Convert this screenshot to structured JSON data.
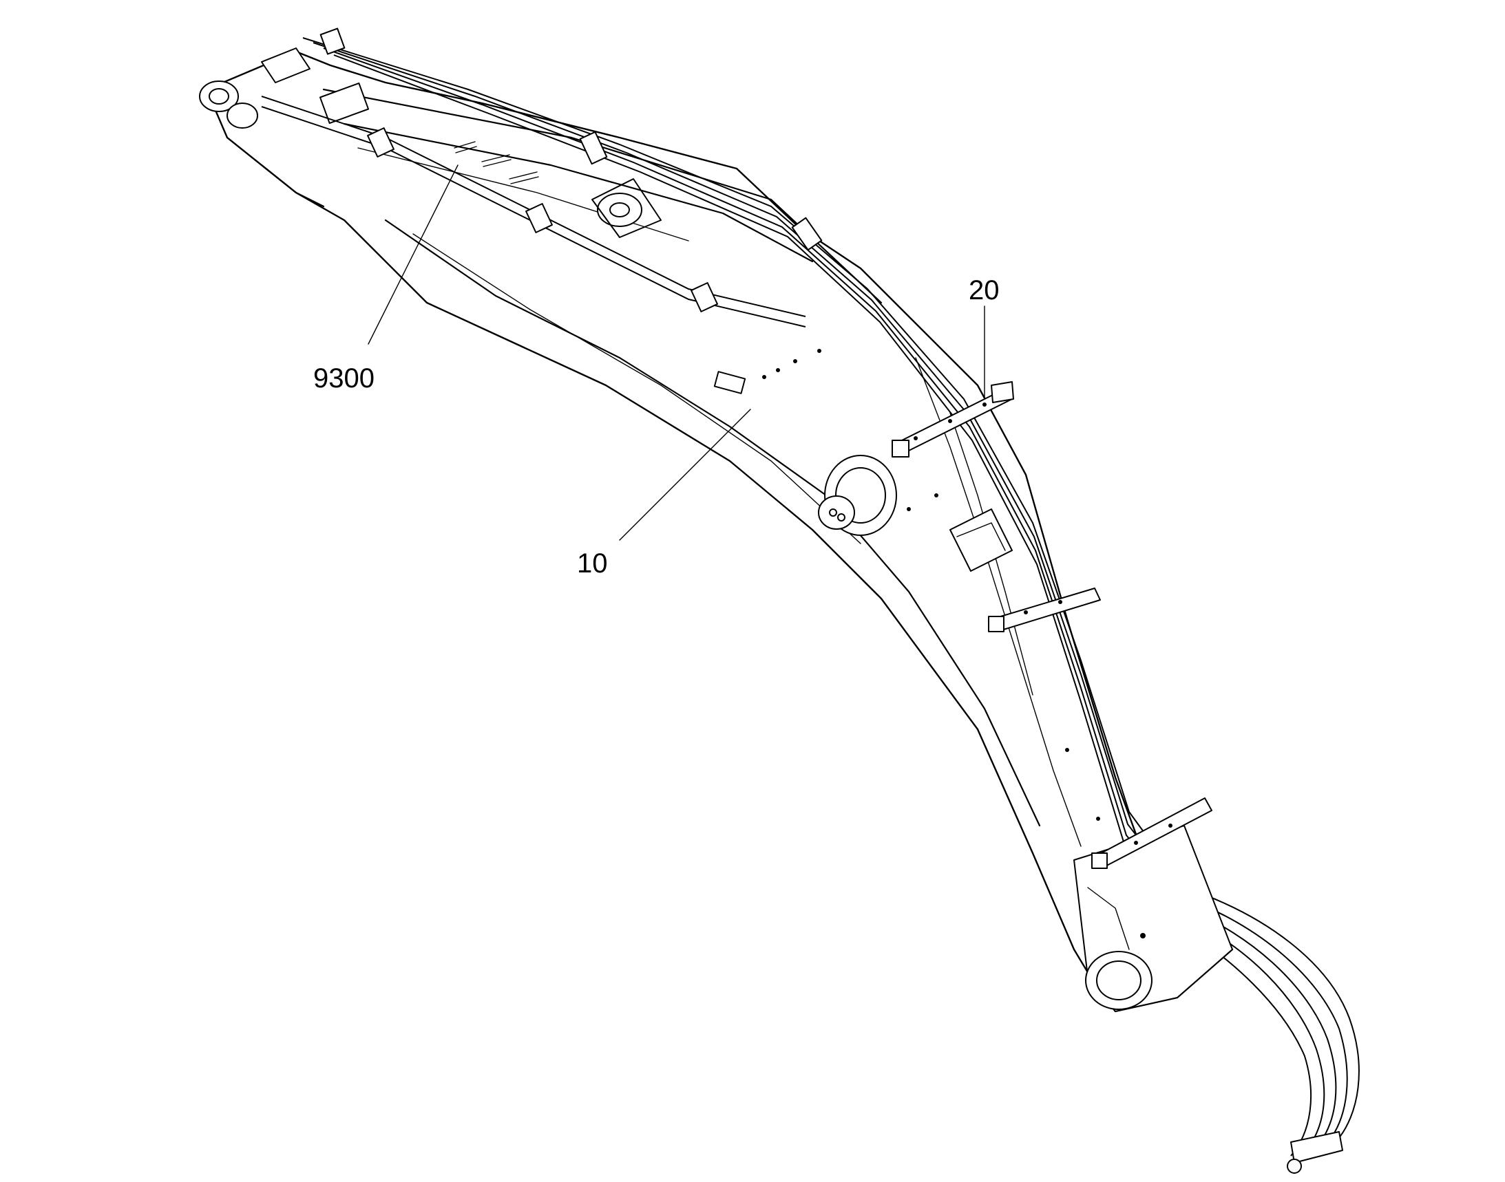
{
  "diagram": {
    "subject": "excavator-arm-assembly",
    "callouts": [
      {
        "id": "9300",
        "label": "9300"
      },
      {
        "id": "20",
        "label": "20"
      },
      {
        "id": "10",
        "label": "10"
      }
    ]
  }
}
